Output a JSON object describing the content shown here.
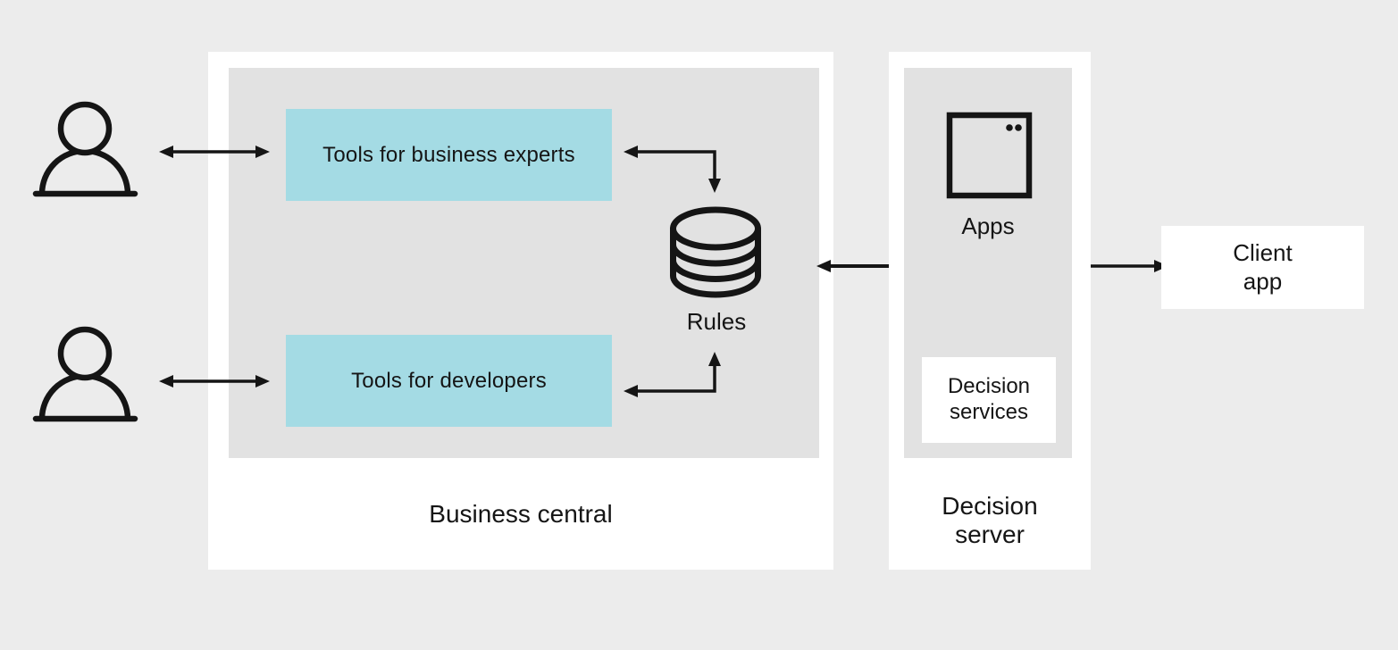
{
  "colors": {
    "background": "#ececec",
    "panel_white": "#ffffff",
    "panel_gray": "#e2e2e2",
    "highlight_blue": "#a4dbe4",
    "line_black": "#151515"
  },
  "actors": {
    "business_expert_icon": "person-icon",
    "developer_icon": "person-icon"
  },
  "business_central": {
    "label": "Business central",
    "tools_business_experts_label": "Tools for business experts",
    "tools_developers_label": "Tools for developers",
    "rules_label": "Rules",
    "rules_icon": "database-icon"
  },
  "decision_server": {
    "label": "Decision\nserver",
    "apps_label": "Apps",
    "apps_icon": "app-window-icon",
    "decision_services_label": "Decision\nservices"
  },
  "client_app": {
    "label": "Client\napp"
  },
  "connectors": {
    "expert_to_tools": "bidirectional-arrow",
    "developer_to_tools": "bidirectional-arrow",
    "tools_experts_to_rules": "elbow-bidirectional-arrow",
    "tools_developers_to_rules": "elbow-bidirectional-arrow",
    "business_central_to_decision_server": "bidirectional-arrow",
    "decision_server_to_client_app": "bidirectional-arrow"
  }
}
